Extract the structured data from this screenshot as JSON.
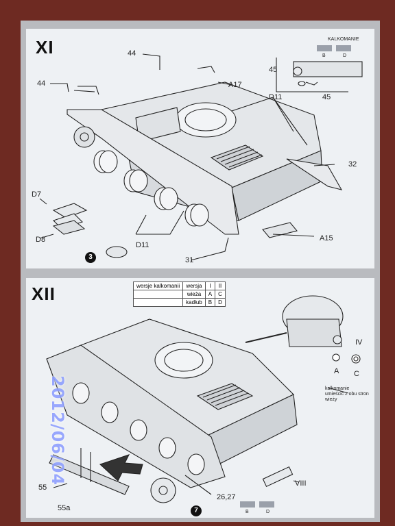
{
  "panel_xi": {
    "step": "XI",
    "labels": {
      "p44_top": "44",
      "p44_left": "44",
      "a17": "A17",
      "d11_top": "D11",
      "p32": "32",
      "d7": "D7",
      "d8": "D8",
      "d11_bottom": "D11",
      "a15": "A15",
      "p31": "31",
      "p45_a": "45",
      "p45_b": "45",
      "kalkomanie": "KALKOMANIE",
      "b": "B",
      "d": "D"
    },
    "circle_number": "3"
  },
  "panel_xii": {
    "step": "XII",
    "versions_table": {
      "header": [
        "wersje kalkomanii",
        "wersja",
        "I",
        "II"
      ],
      "rows": [
        [
          "wieża",
          "A",
          "C"
        ],
        [
          "kadłub",
          "B",
          "D"
        ]
      ]
    },
    "labels": {
      "iv": "IV",
      "a": "A",
      "c": "C",
      "note": "kalkomanie umieścić z obu stron wieży",
      "p55": "55",
      "p55a": "55a",
      "p26_27": "26,27",
      "viii": "VIII",
      "b": "B",
      "d": "D"
    },
    "circle_number": "7"
  },
  "date_stamp": "2012/06/04"
}
